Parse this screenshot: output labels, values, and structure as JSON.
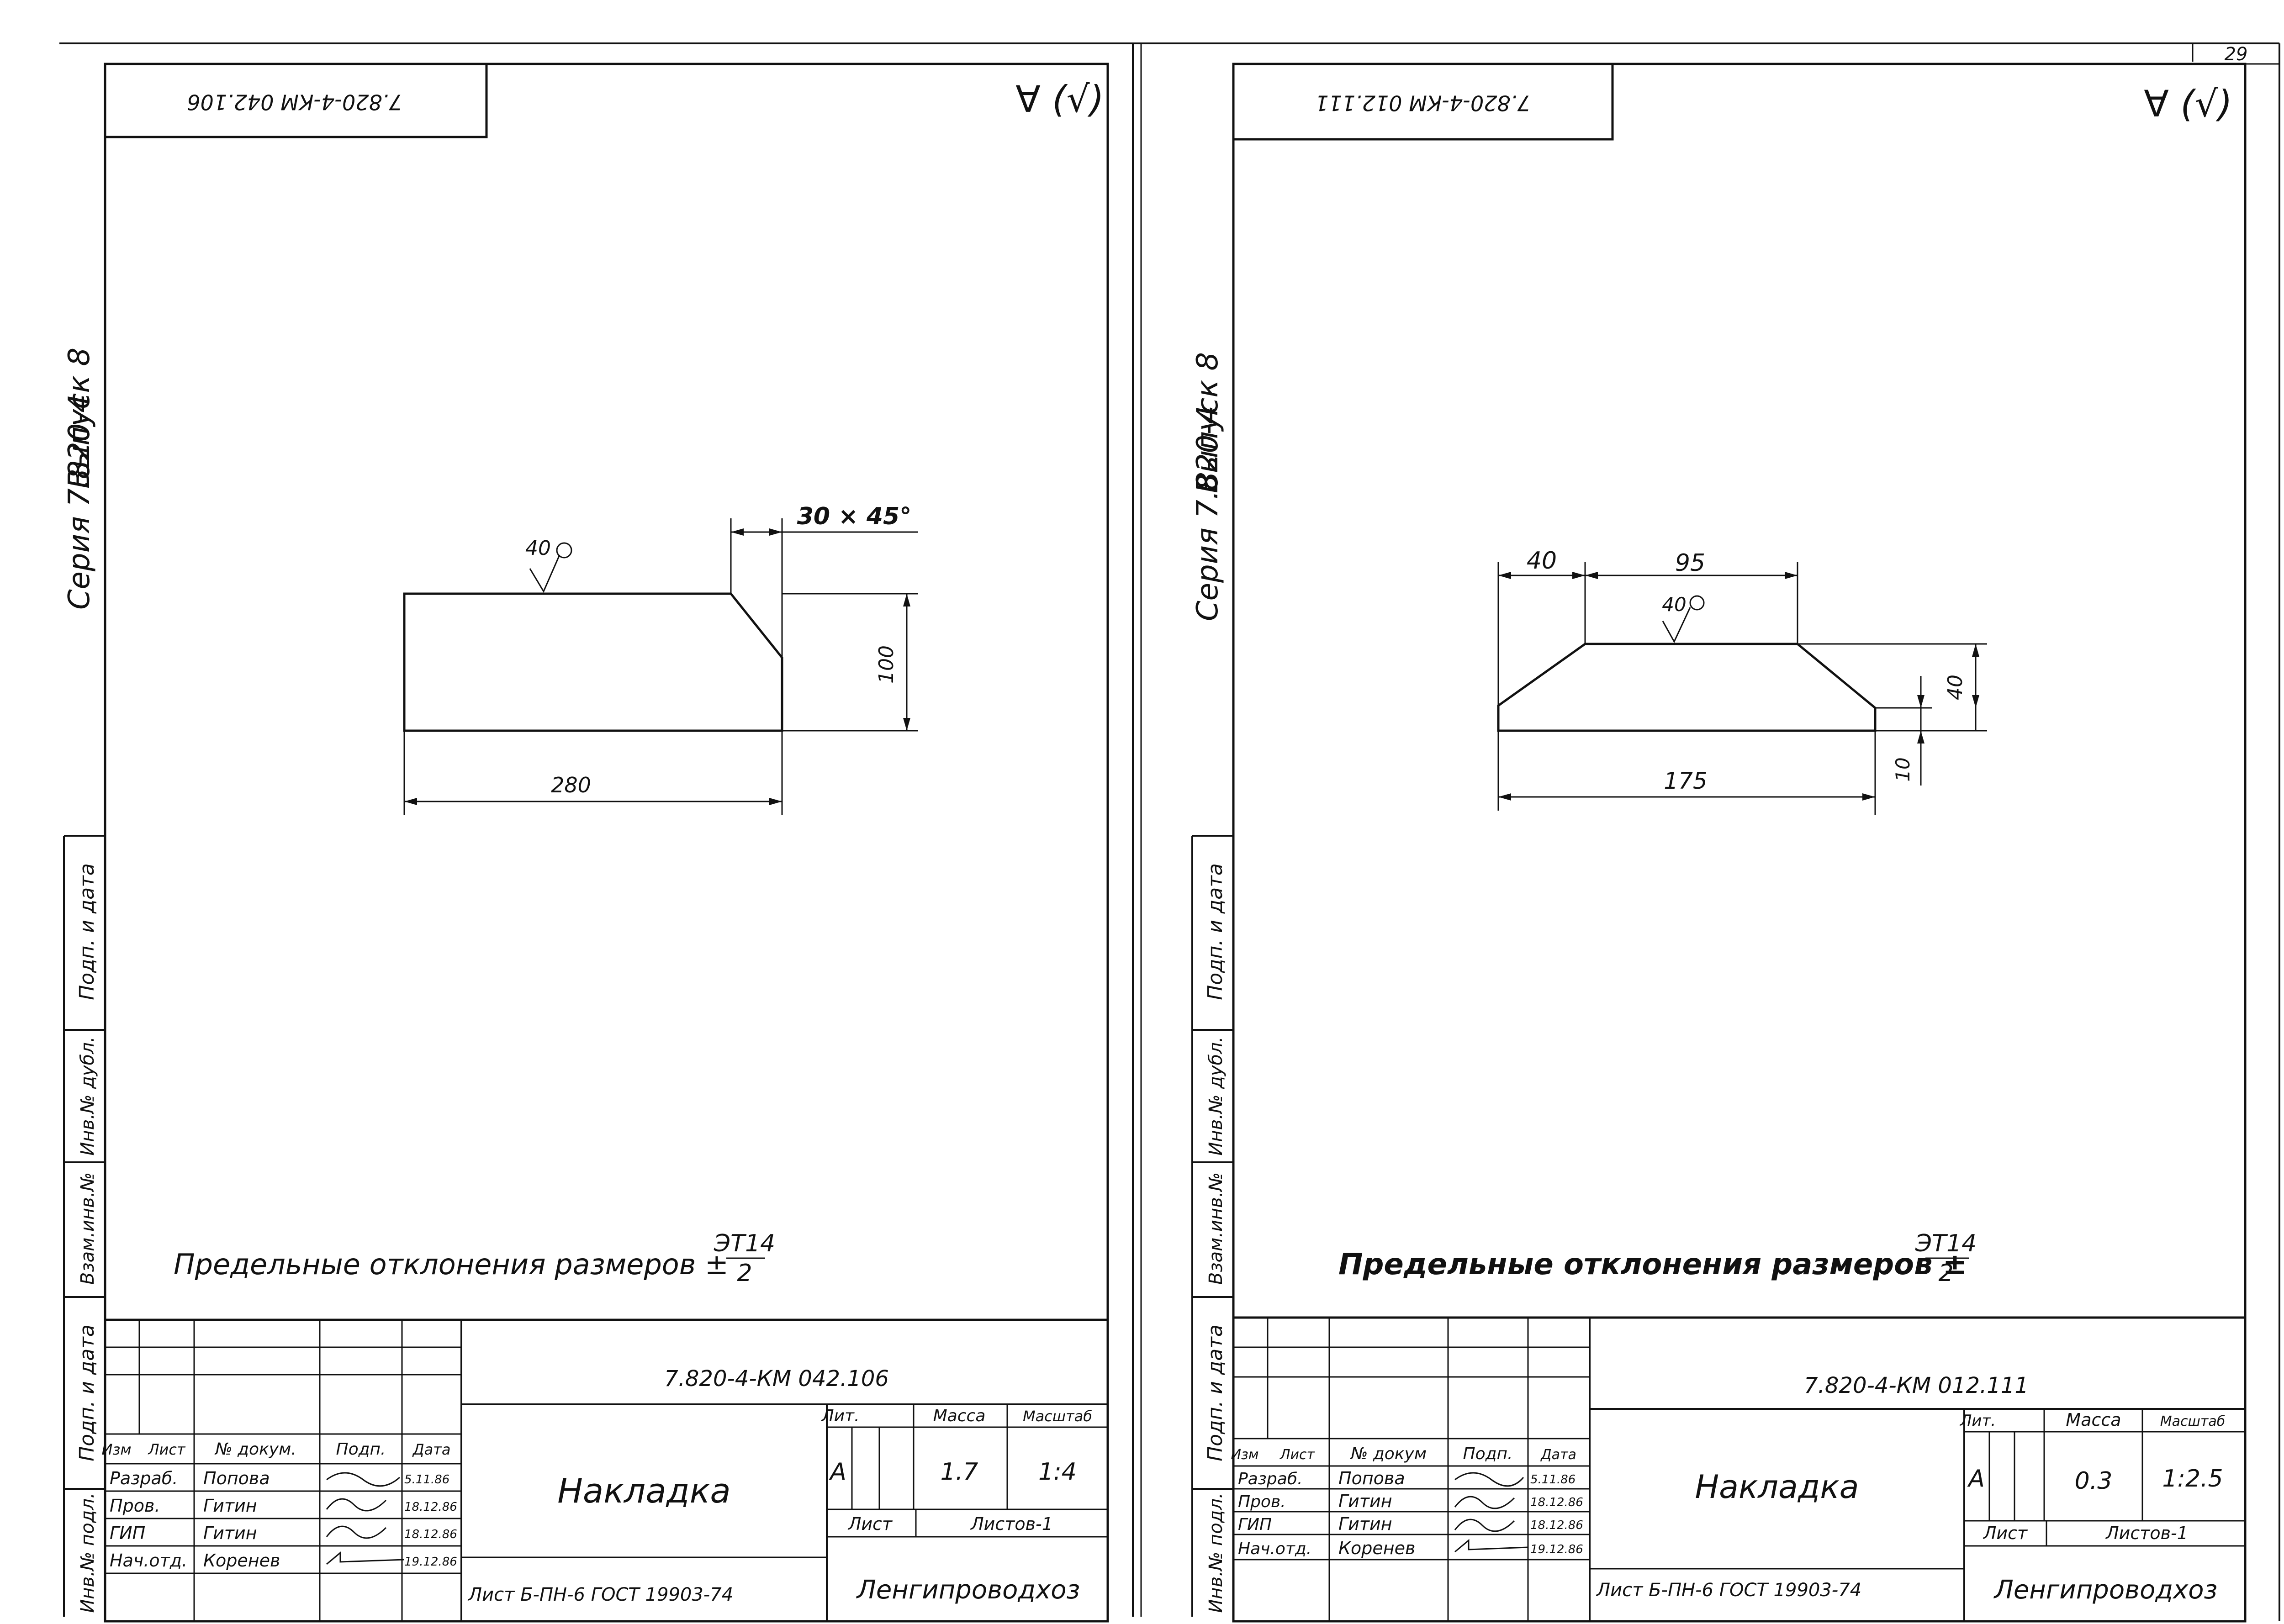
{
  "page_number": "29",
  "sheets": [
    {
      "id": "left",
      "stamp_code": "7.820-4-КМ 042.106",
      "roughness_symbol": "∀ (√)",
      "side_note": {
        "issue": "Выпуск 8",
        "series": "Серия 7.820-4"
      },
      "side_stamp_labels": [
        "Подп. и дата",
        "Инв.№ дубл.",
        "Взам.инв.№",
        "Подп. и дата",
        "Инв.№ подл."
      ],
      "drawing": {
        "chamfer": "30 × 45°",
        "roughness": "40",
        "height": "100",
        "length": "280"
      },
      "tolerance": {
        "text": "Предельные отклонения размеров ±",
        "num": "ЭТ14",
        "den": "2"
      },
      "title_block": {
        "designation": "7.820-4-КМ 042.106",
        "name": "Накладка",
        "head": [
          "Изм",
          "Лист",
          "№ докум.",
          "Подп.",
          "Дата"
        ],
        "rows": [
          {
            "role": "Разраб.",
            "person": "Попова",
            "date": "5.11.86"
          },
          {
            "role": "Пров.",
            "person": "Гитин",
            "date": "18.12.86"
          },
          {
            "role": "ГИП",
            "person": "Гитин",
            "date": "18.12.86"
          },
          {
            "role": "Нач.отд.",
            "person": "Коренев",
            "date": "19.12.86"
          }
        ],
        "lit_label": "Лит.",
        "lit_value": "А",
        "mass_label": "Масса",
        "mass_value": "1.7",
        "scale_label": "Масштаб",
        "scale_value": "1:4",
        "sheet_label": "Лист",
        "sheets_label": "Листов-1",
        "material": "Лист  Б-ПН-6  ГОСТ 19903-74",
        "org": "Ленгипроводхоз"
      }
    },
    {
      "id": "right",
      "stamp_code": "7.820-4-КМ 012.111",
      "roughness_symbol": "∀ (√)",
      "side_note": {
        "issue": "Выпуск 8",
        "series": "Серия 7.820-4"
      },
      "side_stamp_labels": [
        "Подп. и дата",
        "Инв.№ дубл.",
        "Взам.инв.№",
        "Подп. и дата",
        "Инв.№ подл."
      ],
      "drawing": {
        "left_top": "40",
        "top": "95",
        "roughness": "40",
        "height": "40",
        "edge": "10",
        "length": "175"
      },
      "tolerance": {
        "text": "Предельные отклонения размеров ±",
        "num": "ЭТ14",
        "den": "2"
      },
      "title_block": {
        "designation": "7.820-4-КМ 012.111",
        "name": "Накладка",
        "head": [
          "Изм",
          "Лист",
          "№ докум",
          "Подп.",
          "Дата"
        ],
        "rows": [
          {
            "role": "Разраб.",
            "person": "Попова",
            "date": "5.11.86"
          },
          {
            "role": "Пров.",
            "person": "Гитин",
            "date": "18.12.86"
          },
          {
            "role": "ГИП",
            "person": "Гитин",
            "date": "18.12.86"
          },
          {
            "role": "Нач.отд.",
            "person": "Коренев",
            "date": "19.12.86"
          }
        ],
        "lit_label": "Лит.",
        "lit_value": "А",
        "mass_label": "Масса",
        "mass_value": "0.3",
        "scale_label": "Масштаб",
        "scale_value": "1:2.5",
        "sheet_label": "Лист",
        "sheets_label": "Листов-1",
        "material": "Лист  Б-ПН-6  ГОСТ 19903-74",
        "org": "Ленгипроводхоз"
      }
    }
  ]
}
